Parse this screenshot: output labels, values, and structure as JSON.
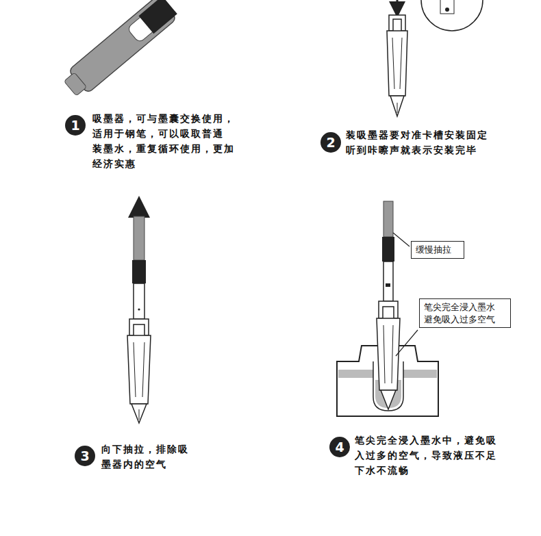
{
  "diagram": {
    "nodes": [
      {
        "text": [
          "1"
        ]
      },
      {
        "text": [
          "2"
        ]
      },
      {
        "text": [
          "3"
        ]
      },
      {
        "text": [
          "4"
        ]
      },
      {
        "text": [
          "缓慢抽拉"
        ]
      },
      {
        "text": [
          "笔尖完全浸入墨水 避免吸入过多空气"
        ]
      }
    ],
    "labels": [
      "吸墨器，可与墨囊交换使用， 适用于钢笔，可以吸取普通 装墨水，重复循环使用，更加 经济实惠",
      "装吸墨器要对准卡槽安装固定 听到咔嚓声就表示安装完毕",
      "向下抽拉，排除吸 墨器内的空气",
      "笔尖完全浸入墨水中，避免吸 入过多的空气，导致液压不足 下水不流畅"
    ]
  }
}
